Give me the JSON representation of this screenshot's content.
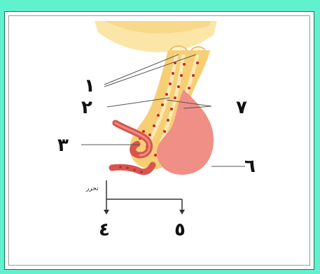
{
  "labels": {
    "one": "١",
    "two": "٢",
    "three": "٣",
    "four": "٤",
    "five": "٥",
    "six": "٦",
    "seven": "٧",
    "release": "تحرر"
  },
  "colors": {
    "background": "#5ff2cc",
    "tract": "#f6cf74",
    "tract_light": "#fbe6a8",
    "neurons": "#f2c06a",
    "gland": "#ef8f86",
    "vessel": "#d8554f",
    "dot": "#c62828"
  }
}
